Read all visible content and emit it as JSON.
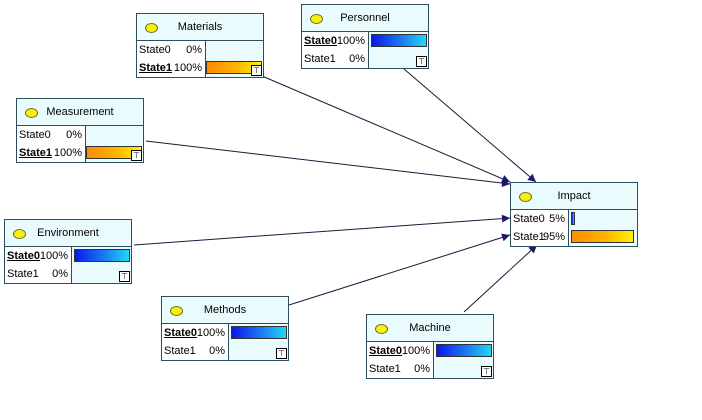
{
  "nodes": {
    "materials": {
      "title": "Materials",
      "states": [
        {
          "label": "State0",
          "pct": "0%",
          "value": 0,
          "selected": false
        },
        {
          "label": "State1",
          "pct": "100%",
          "value": 1.0,
          "selected": true
        }
      ],
      "bar_color": "orange"
    },
    "personnel": {
      "title": "Personnel",
      "states": [
        {
          "label": "State0",
          "pct": "100%",
          "value": 1.0,
          "selected": true
        },
        {
          "label": "State1",
          "pct": "0%",
          "value": 0,
          "selected": false
        }
      ],
      "bar_color": "blue"
    },
    "measurement": {
      "title": "Measurement",
      "states": [
        {
          "label": "State0",
          "pct": "0%",
          "value": 0,
          "selected": false
        },
        {
          "label": "State1",
          "pct": "100%",
          "value": 1.0,
          "selected": true
        }
      ],
      "bar_color": "orange"
    },
    "environment": {
      "title": "Environment",
      "states": [
        {
          "label": "State0",
          "pct": "100%",
          "value": 1.0,
          "selected": true
        },
        {
          "label": "State1",
          "pct": "0%",
          "value": 0,
          "selected": false
        }
      ],
      "bar_color": "blue"
    },
    "methods": {
      "title": "Methods",
      "states": [
        {
          "label": "State0",
          "pct": "100%",
          "value": 1.0,
          "selected": true
        },
        {
          "label": "State1",
          "pct": "0%",
          "value": 0,
          "selected": false
        }
      ],
      "bar_color": "blue"
    },
    "machine": {
      "title": "Machine",
      "states": [
        {
          "label": "State0",
          "pct": "100%",
          "value": 1.0,
          "selected": true
        },
        {
          "label": "State1",
          "pct": "0%",
          "value": 0,
          "selected": false
        }
      ],
      "bar_color": "blue"
    },
    "impact": {
      "title": "Impact",
      "states": [
        {
          "label": "State0",
          "pct": "5%",
          "value": 0.05,
          "selected": false
        },
        {
          "label": "State1",
          "pct": "95%",
          "value": 0.95,
          "selected": false
        }
      ],
      "bar_color_state0": "blue",
      "bar_color_state1": "orange"
    }
  },
  "edges": [
    {
      "from": "Materials",
      "to": "Impact"
    },
    {
      "from": "Personnel",
      "to": "Impact"
    },
    {
      "from": "Measurement",
      "to": "Impact"
    },
    {
      "from": "Environment",
      "to": "Impact"
    },
    {
      "from": "Methods",
      "to": "Impact"
    },
    {
      "from": "Machine",
      "to": "Impact"
    }
  ],
  "colors": {
    "node_header": "#e9fbfc",
    "node_border": "#2b4f5c",
    "edge": "#1a1a3a",
    "bulb": "#f7f10a"
  },
  "icons": {
    "status": "lightbulb-icon",
    "expand": "expand-icon"
  }
}
